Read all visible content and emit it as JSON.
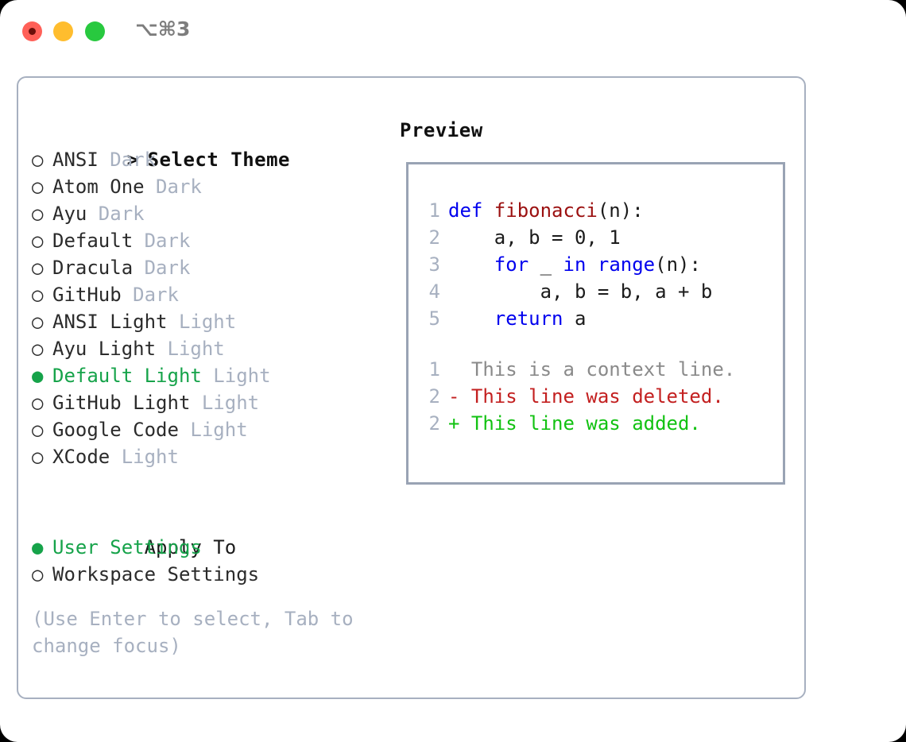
{
  "window": {
    "title": "⌥⌘3",
    "controls": [
      "close-button",
      "minimize-button",
      "maximize-button"
    ]
  },
  "colors": {
    "accent_green": "#16a34a",
    "muted": "#a7b0c0",
    "text": "#2b2b2b",
    "keyword_blue": "#0000ee",
    "function_red": "#9b1010",
    "diff_added": "#12c212",
    "diff_deleted": "#c32020",
    "diff_context": "#8a8a8a",
    "border": "#a7b0c0",
    "preview_border": "#99a3b4"
  },
  "theme_list": {
    "header_prefix": ">",
    "header_label": "Select Theme",
    "bullet_unselected": "○",
    "bullet_selected": "●",
    "items": [
      {
        "bullet": "○",
        "name": "ANSI",
        "tag": "Dark",
        "selected": false
      },
      {
        "bullet": "○",
        "name": "Atom One",
        "tag": "Dark",
        "selected": false
      },
      {
        "bullet": "○",
        "name": "Ayu",
        "tag": "Dark",
        "selected": false
      },
      {
        "bullet": "○",
        "name": "Default",
        "tag": "Dark",
        "selected": false
      },
      {
        "bullet": "○",
        "name": "Dracula",
        "tag": "Dark",
        "selected": false
      },
      {
        "bullet": "○",
        "name": "GitHub",
        "tag": "Dark",
        "selected": false
      },
      {
        "bullet": "○",
        "name": "ANSI Light",
        "tag": "Light",
        "selected": false
      },
      {
        "bullet": "○",
        "name": "Ayu Light",
        "tag": "Light",
        "selected": false
      },
      {
        "bullet": "●",
        "name": "Default Light",
        "tag": "Light",
        "selected": true
      },
      {
        "bullet": "○",
        "name": "GitHub Light",
        "tag": "Light",
        "selected": false
      },
      {
        "bullet": "○",
        "name": "Google Code",
        "tag": "Light",
        "selected": false
      },
      {
        "bullet": "○",
        "name": "XCode",
        "tag": "Light",
        "selected": false
      }
    ]
  },
  "apply_to": {
    "label": "Apply To",
    "items": [
      {
        "bullet": "●",
        "name": "User Settings",
        "selected": true
      },
      {
        "bullet": "○",
        "name": "Workspace Settings",
        "selected": false
      }
    ]
  },
  "hint": "(Use Enter to select, Tab to change focus)",
  "preview": {
    "title": "Preview",
    "code_lines": [
      {
        "num": "1",
        "parts": [
          {
            "t": "def ",
            "c": "kw"
          },
          {
            "t": "fibonacci",
            "c": "fn"
          },
          {
            "t": "(n):",
            "c": "pl"
          }
        ]
      },
      {
        "num": "2",
        "parts": [
          {
            "t": "    a, b = 0, 1",
            "c": "pl"
          }
        ]
      },
      {
        "num": "3",
        "parts": [
          {
            "t": "    ",
            "c": "pl"
          },
          {
            "t": "for",
            "c": "kw"
          },
          {
            "t": " _ ",
            "c": "pl"
          },
          {
            "t": "in",
            "c": "kw"
          },
          {
            "t": " ",
            "c": "pl"
          },
          {
            "t": "range",
            "c": "kw"
          },
          {
            "t": "(n):",
            "c": "pl"
          }
        ]
      },
      {
        "num": "4",
        "parts": [
          {
            "t": "        a, b = b, a + b",
            "c": "pl"
          }
        ]
      },
      {
        "num": "5",
        "parts": [
          {
            "t": "    ",
            "c": "pl"
          },
          {
            "t": "return",
            "c": "kw"
          },
          {
            "t": " a",
            "c": "pl"
          }
        ]
      }
    ],
    "diff_lines": [
      {
        "num": "1",
        "marker": "  ",
        "text": "This is a context line.",
        "kind": "context"
      },
      {
        "num": "2",
        "marker": "- ",
        "text": "This line was deleted.",
        "kind": "deleted"
      },
      {
        "num": "2",
        "marker": "+ ",
        "text": "This line was added.",
        "kind": "added"
      }
    ]
  }
}
